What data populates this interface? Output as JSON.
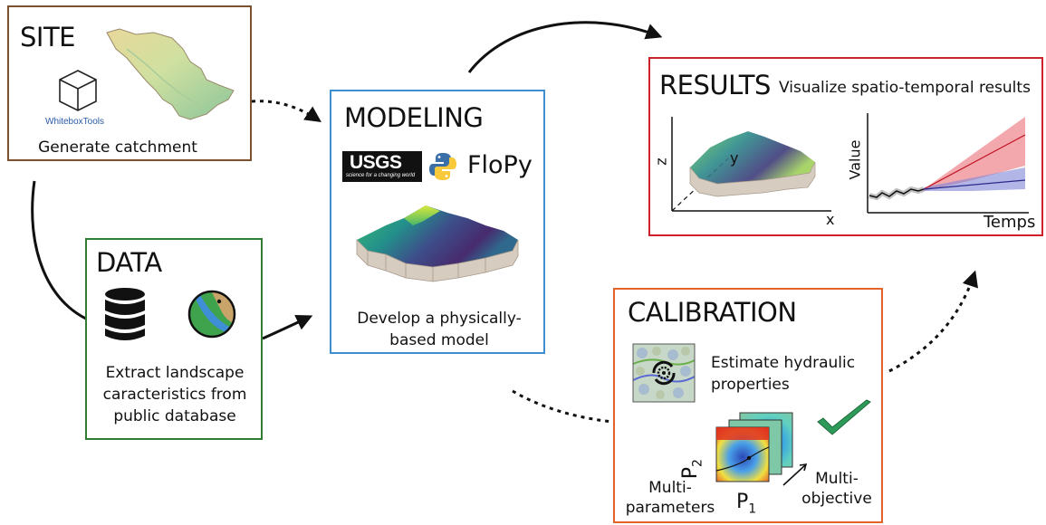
{
  "colors": {
    "site_border": "#7a5230",
    "modeling_border": "#3f8fd0",
    "data_border": "#2e7d32",
    "results_border": "#d0202c",
    "calibration_border": "#e4632a",
    "checkmark": "#2e9a5a",
    "red_band": "#e8606a",
    "blue_band": "#7f86d6"
  },
  "site": {
    "title": "SITE",
    "logo_text": "WhiteboxTools",
    "caption": "Generate catchment"
  },
  "data": {
    "title": "DATA",
    "caption_lines": [
      "Extract landscape",
      "caracteristics from",
      "public database"
    ]
  },
  "modeling": {
    "title": "MODELING",
    "usgs_text": "USGS",
    "usgs_tagline": "science for a changing world",
    "flopy_text": "FloPy",
    "caption_lines": [
      "Develop a physically-",
      "based model"
    ]
  },
  "results": {
    "title": "RESULTS",
    "subtitle": "Visualize spatio-temporal results",
    "axis_z": "z",
    "axis_y": "y",
    "axis_x": "x",
    "axis_value": "Value",
    "axis_time": "Temps"
  },
  "calibration": {
    "title": "CALIBRATION",
    "hydraulic_lines": [
      "Estimate hydraulic",
      "properties"
    ],
    "p2_base": "P",
    "p2_sub": "2",
    "p1_base": "P",
    "p1_sub": "1",
    "multiparam_lines": [
      "Multi-",
      "parameters"
    ],
    "multiobj_lines": [
      "Multi-",
      "objective"
    ]
  },
  "icons": {
    "cube": "cube-icon",
    "database": "database-icon",
    "map": "map-icon",
    "python": "python-logo-icon",
    "gear": "gear-icon",
    "check": "checkmark-icon"
  }
}
